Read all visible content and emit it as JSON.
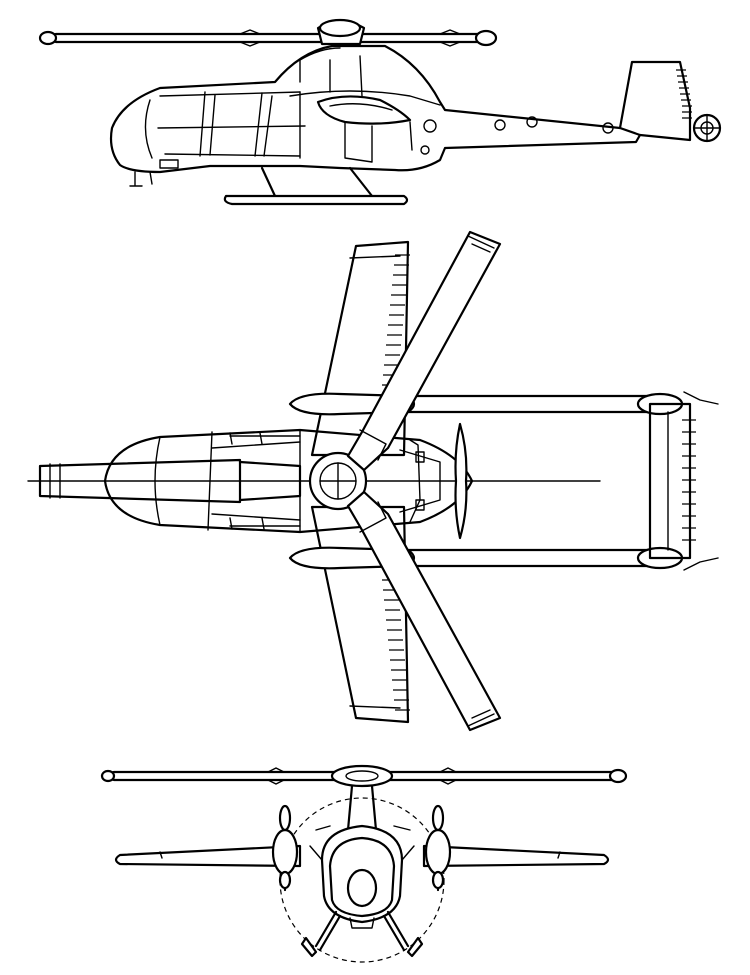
{
  "drawing": {
    "views": [
      "side-elevation",
      "plan-view",
      "front-elevation"
    ]
  }
}
